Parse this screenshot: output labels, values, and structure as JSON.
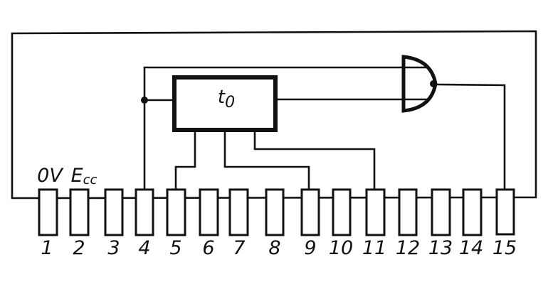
{
  "diagram": {
    "type": "ic-pinout-schematic",
    "line_color": "#111111",
    "background": "#ffffff",
    "timer_block": {
      "label_main": "t",
      "label_sub": "0"
    },
    "gate": {
      "type": "AND"
    },
    "supply_labels": {
      "pin1": "0V",
      "pin2_main": "E",
      "pin2_sub": "cc"
    },
    "pins": [
      {
        "number": "1"
      },
      {
        "number": "2"
      },
      {
        "number": "3"
      },
      {
        "number": "4"
      },
      {
        "number": "5"
      },
      {
        "number": "6"
      },
      {
        "number": "7"
      },
      {
        "number": "8"
      },
      {
        "number": "9"
      },
      {
        "number": "10"
      },
      {
        "number": "11"
      },
      {
        "number": "12"
      },
      {
        "number": "13"
      },
      {
        "number": "14"
      },
      {
        "number": "15"
      }
    ],
    "connections": [
      "pin 1 (0V) to outer frame loop to pin 15 side",
      "pin 4 to timer input and AND gate input A",
      "timer output to AND gate input B",
      "timer to pin 5",
      "timer to pin 9",
      "timer to pin 11",
      "AND gate output to pin 15"
    ]
  }
}
